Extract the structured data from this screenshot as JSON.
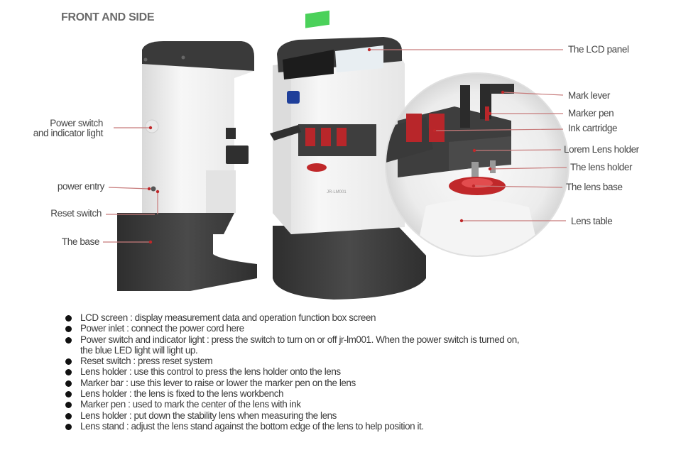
{
  "title": "FRONT AND SIDE",
  "labels_left": [
    {
      "id": "power-switch",
      "lines": [
        "Power switch",
        "and indicator light"
      ]
    },
    {
      "id": "power-entry",
      "lines": [
        "power entry"
      ]
    },
    {
      "id": "reset-switch",
      "lines": [
        "Reset switch"
      ]
    },
    {
      "id": "the-base",
      "lines": [
        "The base"
      ]
    }
  ],
  "labels_right": [
    {
      "id": "lcd-panel",
      "text": "The LCD panel"
    },
    {
      "id": "mark-lever",
      "text": "Mark lever"
    },
    {
      "id": "marker-pen",
      "text": "Marker pen"
    },
    {
      "id": "ink-cartridge",
      "text": "Ink cartridge"
    },
    {
      "id": "lorem-lens-holder",
      "text": "Lorem Lens holder"
    },
    {
      "id": "the-lens-holder",
      "text": "The lens holder"
    },
    {
      "id": "lens-base",
      "text": "The lens base"
    },
    {
      "id": "lens-table",
      "text": "Lens table"
    }
  ],
  "device_marking": "JR-LM001",
  "notes": [
    {
      "lines": [
        "LCD screen : display measurement data and operation function box screen"
      ]
    },
    {
      "lines": [
        "Power inlet : connect the power cord here"
      ]
    },
    {
      "lines": [
        "Power switch and indicator light : press the switch to turn on or off jr-lm001. When the power switch is turned on,",
        "the blue LED light will light up."
      ]
    },
    {
      "lines": [
        "Reset switch : press reset system"
      ]
    },
    {
      "lines": [
        "Lens holder : use this control to press the lens holder onto the lens"
      ]
    },
    {
      "lines": [
        "Marker bar : use this lever to raise or lower the marker pen on the lens"
      ]
    },
    {
      "lines": [
        "Lens holder : the lens is fixed to the lens workbench"
      ]
    },
    {
      "lines": [
        "Marker pen : used to mark the center of the lens with ink"
      ]
    },
    {
      "lines": [
        "Lens holder : put down the stability lens when measuring the lens"
      ]
    },
    {
      "lines": [
        "Lens stand : adjust the lens stand against the bottom edge of the lens to help position it."
      ]
    }
  ],
  "colors": {
    "leader": "#c77b7b",
    "dot": "#c0282a",
    "body": "#f4f4f4",
    "dark": "#3a3a3a",
    "screen_green": "#4bd15a"
  }
}
